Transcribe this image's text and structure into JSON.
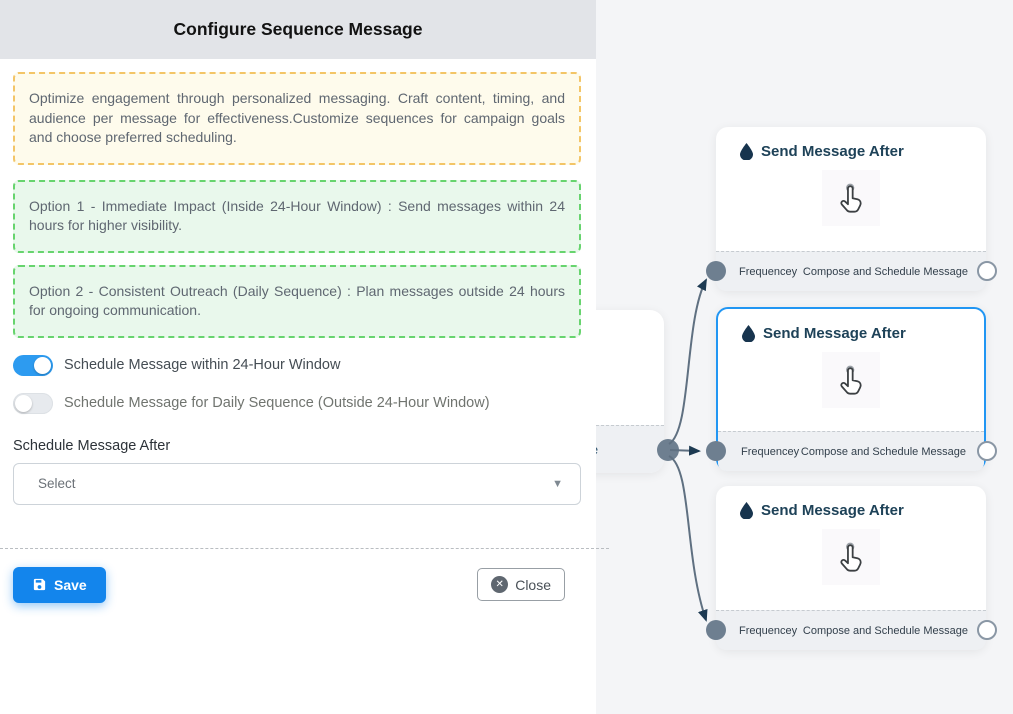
{
  "panel": {
    "title": "Configure Sequence Message",
    "info_text": "Optimize engagement through personalized messaging. Craft content, timing, and audience per message for effectiveness.Customize sequences for campaign goals and choose preferred scheduling.",
    "options": [
      {
        "text": "Option 1 - Immediate Impact (Inside 24-Hour Window) : Send messages within 24 hours for higher visibility."
      },
      {
        "text": "Option 2 - Consistent Outreach (Daily Sequence) : Plan messages outside 24 hours for ongoing communication."
      }
    ],
    "toggles": [
      {
        "label": "Schedule Message within 24-Hour Window",
        "state": "on"
      },
      {
        "label": "Schedule Message for Daily Sequence (Outside 24-Hour Window)",
        "state": "off"
      }
    ],
    "schedule_after": {
      "label": "Schedule Message After",
      "value": "Select"
    },
    "buttons": {
      "save": "Save",
      "close": "Close"
    }
  },
  "flow": {
    "source_node": {
      "visible_text": "ce Message"
    },
    "nodes": [
      {
        "title": "Send Message After",
        "footer_left": "Frequencey",
        "footer_right": "Compose and Schedule Message",
        "selected": false
      },
      {
        "title": "Send Message After",
        "footer_left": "Frequencey",
        "footer_right": "Compose and Schedule Message",
        "selected": true
      },
      {
        "title": "Send Message After",
        "footer_left": "Frequencey",
        "footer_right": "Compose and Schedule Message",
        "selected": false
      }
    ]
  },
  "colors": {
    "accent_blue": "#1385ec",
    "toggle_on": "#2d9bf0",
    "selected_node_border": "#2196f3",
    "info_border": "#f3c567",
    "option_border": "#67d46e",
    "edge": "#5f7081",
    "arrow": "#1d3a52",
    "node_title": "#1e4258",
    "flow_background": "#f4f5f7"
  }
}
